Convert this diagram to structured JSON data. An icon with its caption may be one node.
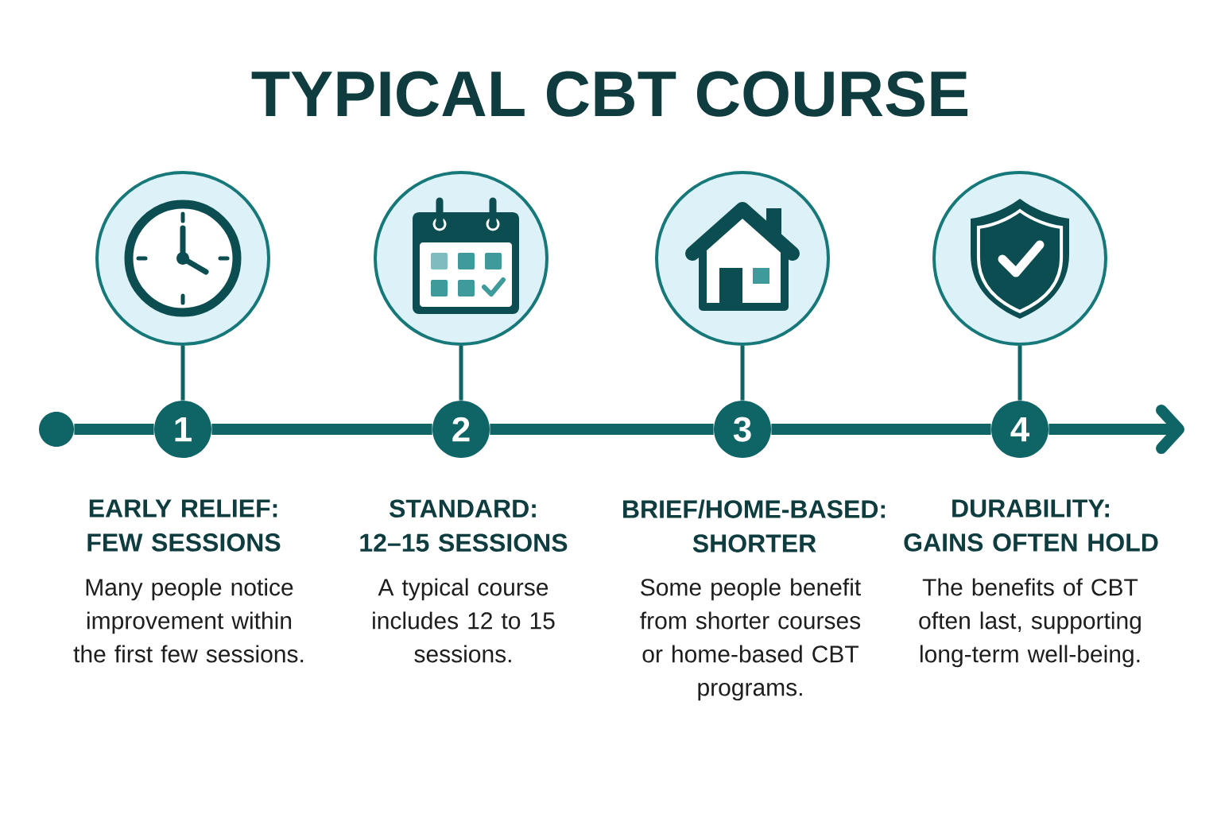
{
  "diagram": {
    "title": "TYPICAL CBT COURSE",
    "nodes": [
      {
        "text": [],
        "shape": "circle"
      },
      {
        "text": [],
        "shape": "circle"
      },
      {
        "text": [],
        "shape": "circle"
      },
      {
        "text": [],
        "shape": "circle"
      },
      {
        "text": [],
        "shape": "circle"
      },
      {
        "text": [
          "1"
        ],
        "beside": [
          "EARLY RELIEF: FEW SESSIONS",
          "Many people notice improvement within the first few sessions."
        ]
      },
      {
        "text": [
          "2"
        ],
        "beside": [
          "STANDARD: 12–15 SESSIONS",
          "A typical course includes 12 to 15 sessions."
        ]
      },
      {
        "text": [
          "3"
        ],
        "beside": [
          "BRIEF/HOME-BASED: SHORTER",
          "Some people benefit from shorter courses or home-based CBT programs."
        ]
      },
      {
        "text": [
          "4"
        ],
        "beside": [
          "DURABILITY: GAINS OFTEN HOLD",
          "The benefits of CBT often last, supporting long-term well-being."
        ]
      }
    ],
    "edges": [
      {
        "from": 0,
        "to": 5,
        "arrow": "none"
      },
      {
        "from": 1,
        "to": 6,
        "arrow": "none"
      },
      {
        "from": 2,
        "to": 7,
        "arrow": "none"
      },
      {
        "from": 3,
        "to": 8,
        "arrow": "none"
      },
      {
        "from": 4,
        "to": 5,
        "arrow": "none"
      },
      {
        "from": 5,
        "to": 6,
        "arrow": "none"
      },
      {
        "from": 6,
        "to": 7,
        "arrow": "none"
      },
      {
        "from": 7,
        "to": 8,
        "arrow": "none"
      },
      {
        "from": 8,
        "to": null,
        "arrow": "to"
      }
    ]
  }
}
